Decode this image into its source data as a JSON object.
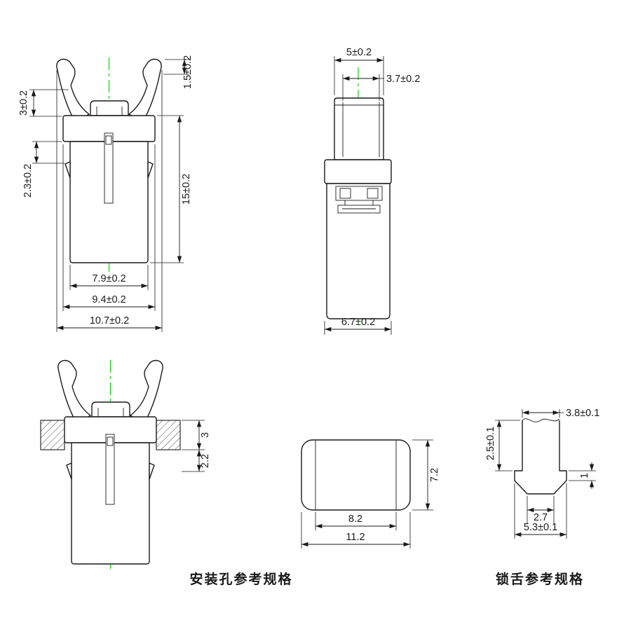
{
  "page": {
    "background": "#ffffff"
  },
  "colors": {
    "line": "#1a1a1a",
    "centerline": "#00cc00",
    "hatch": "#4a4a4a",
    "text": "#1a1a1a"
  },
  "captions": {
    "mounting_hole": "安装孔参考规格",
    "latch_tongue": "锁舌参考规格"
  },
  "front_view": {
    "dims": {
      "wing_tip_height": "1.5±0.2",
      "head_height": "3±0.2",
      "panel_grip": "2.3±0.2",
      "body_height": "15±0.2",
      "body_width": "7.9±0.2",
      "flange_width": "9.4±0.2",
      "overall_width": "10.7±0.2"
    }
  },
  "side_view": {
    "dims": {
      "plunger_width": "5±0.2",
      "plunger_inner_width": "3.7±0.2",
      "body_depth": "6.7±0.2"
    }
  },
  "mounting_view": {
    "dims": {
      "flange_depth": "3",
      "panel_thickness": "2.2"
    }
  },
  "hole_view": {
    "dims": {
      "hole_height": "7.2",
      "hole_inner_width": "8.2",
      "hole_width": "11.2"
    }
  },
  "tongue_view": {
    "dims": {
      "tongue_width": "3.8±0.1",
      "stem_height": "2.5±0.1",
      "land_height": "1",
      "tip_width": "2.7",
      "base_width": "5.3±0.1"
    }
  }
}
